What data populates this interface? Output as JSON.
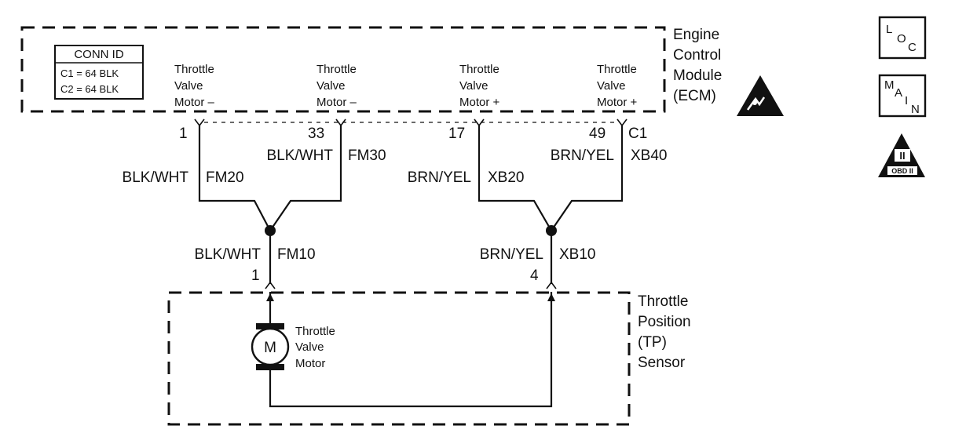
{
  "ecm": {
    "title_lines": [
      "Engine",
      "Control",
      "Module",
      "(ECM)"
    ],
    "conn_id": {
      "header": "CONN ID",
      "rows": [
        "C1 = 64 BLK",
        "C2 = 64 BLK"
      ]
    },
    "pins": [
      {
        "lines": [
          "Throttle",
          "Valve",
          "Motor –"
        ],
        "pin": "1"
      },
      {
        "lines": [
          "Throttle",
          "Valve",
          "Motor –"
        ],
        "pin": "33"
      },
      {
        "lines": [
          "Throttle",
          "Valve",
          "Motor +"
        ],
        "pin": "17"
      },
      {
        "lines": [
          "Throttle",
          "Valve",
          "Motor +"
        ],
        "pin": "49"
      }
    ],
    "connector": "C1"
  },
  "wires": {
    "w1": {
      "color": "BLK/WHT",
      "circuit": "FM20"
    },
    "w2": {
      "color": "BLK/WHT",
      "circuit": "FM30"
    },
    "w3": {
      "color": "BRN/YEL",
      "circuit": "XB20"
    },
    "w4": {
      "color": "BRN/YEL",
      "circuit": "XB40"
    },
    "w5": {
      "color": "BLK/WHT",
      "circuit": "FM10"
    },
    "w6": {
      "color": "BRN/YEL",
      "circuit": "XB10"
    }
  },
  "sensor": {
    "title_lines": [
      "Throttle",
      "Position",
      "(TP)",
      "Sensor"
    ],
    "pin_left": "1",
    "pin_right": "4",
    "motor_symbol": "M",
    "motor_lines": [
      "Throttle",
      "Valve",
      "Motor"
    ]
  },
  "icons": {
    "loc": {
      "l": "L",
      "o": "O",
      "c": "C"
    },
    "main": {
      "m": "M",
      "a": "A",
      "i": "I",
      "n": "N"
    },
    "obd": {
      "roman": "II",
      "label": "OBD II"
    }
  }
}
